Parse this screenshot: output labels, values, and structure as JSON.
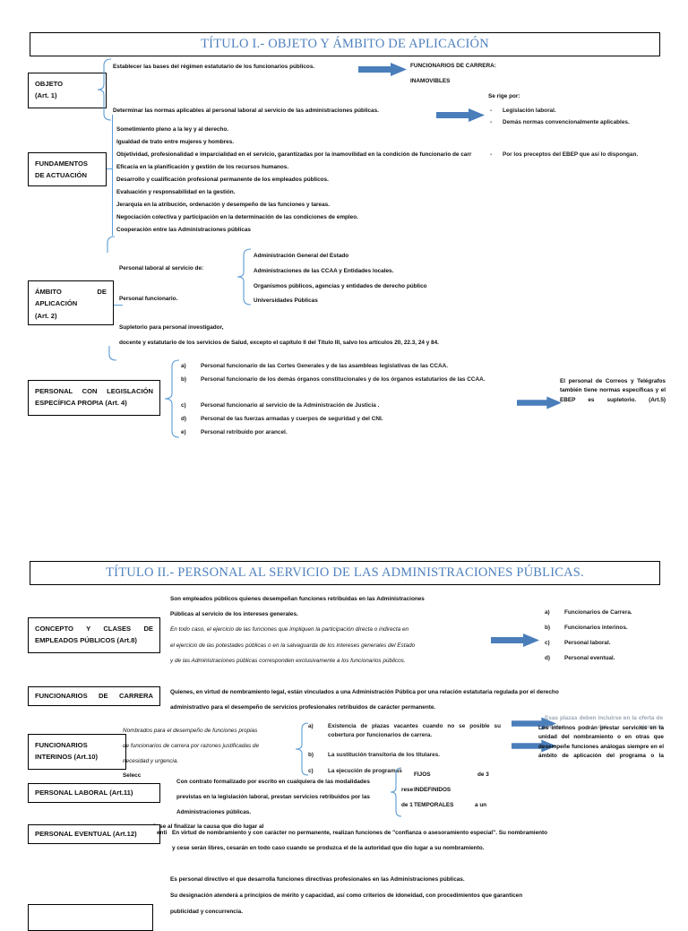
{
  "document": {
    "titles": {
      "t1": "TÍTULO I.- OBJETO Y ÁMBITO DE APLICACIÓN",
      "t2": "TÍTULO II.- PERSONAL AL SERVICIO DE LAS ADMINISTRACIONES PÚBLICAS."
    },
    "colors": {
      "title_text": "#4f81bd",
      "arrow_fill": "#4a7ebb",
      "connector": "#5b9bd5",
      "box_border": "#000000"
    }
  },
  "titulo1": {
    "boxes": {
      "objeto": {
        "line1": "OBJETO",
        "line2": "(Art. 1)"
      },
      "fundamentos": {
        "line1": "FUNDAMENTOS",
        "line2": "DE ACTUACIÓN"
      },
      "ambito": {
        "line1": "ÁMBITO          DE",
        "line2": "APLICACIÓN",
        "line3": "(Art. 2)"
      },
      "legislacion_especifica": {
        "line1": "PERSONAL   CON    LEGISLACIÓN",
        "line2": "ESPECÍFICA PROPIA (Art. 4)"
      }
    },
    "objeto": {
      "item1": "Establecer las bases del régimen estatutario de los funcionarios públicos.",
      "item2": "Determinar las normas aplicables al personal laboral al servicio de las administraciones públicas."
    },
    "funcionarios_carrera_callout": {
      "line1": "FUNCIONARIOS  DE CARRERA:",
      "line2": "INAMOVIBLES"
    },
    "se_rige_por": {
      "heading": "Se rige por:",
      "items": [
        "Legislación laboral.",
        "Demás                      normas convencionalmente aplicables.",
        "Por los preceptos del EBEP que así lo dispongan."
      ]
    },
    "fundamentos_items": [
      "Sometimiento pleno a la ley y al derecho.",
      "Igualdad de trato entre mujeres y hombres.",
      "Objetividad, profesionalidad e imparcialidad en el servicio, garantizadas por la inamovilidad en la condición de funcionario de carr",
      "Eficacia en la planificación y gestión de los recursos humanos.",
      "Desarrollo y cualificación profesional permanente de los empleados públicos.",
      "Evaluación y responsabilidad en la gestión.",
      "Jerarquía en la atribución, ordenación y desempeño de las funciones y tareas.",
      "Negociación colectiva y participación en la determinación de las condiciones de empleo.",
      "Cooperación entre las Administraciones públicas"
    ],
    "ambito": {
      "left": [
        "Personal laboral al servicio de:",
        "Personal funcionario."
      ],
      "right": [
        "Administración General del Estado",
        "Administraciones de las CCAA y Entidades locales.",
        "Organismos públicos, agencias y entidades de derecho público",
        "Universidades Públicas"
      ],
      "supletorio_line1": "Supletorio para personal investigador,",
      "supletorio_line2": "docente y estatutario de los servicios de Salud, excepto el capítulo II del Título III, salvo los artículos 20, 22.3, 24 y 84."
    },
    "legislacion_items": [
      {
        "marker": "a)",
        "text": "Personal funcionario de las Cortes Generales y de las asambleas legislativas de las CCAA."
      },
      {
        "marker": "b)",
        "text": "Personal funcionario de los demás órganos constitucionales y de los órganos estatutarios de las CCAA."
      },
      {
        "marker": "c)",
        "text": "Personal funcionario al servicio de la Administración de Justicia ."
      },
      {
        "marker": "d)",
        "text": "Personal de las fuerzas armadas y cuerpos de seguridad y del CNI."
      },
      {
        "marker": "e)",
        "text": "Personal retribuido por arancel."
      }
    ],
    "correos_callout": "El personal de Correos y Telégrafos también tiene normas específicas y el EBEP es supletorio. (Art.5)"
  },
  "titulo2": {
    "boxes": {
      "concepto": {
        "line1": "CONCEPTO    Y    CLASES    DE",
        "line2": "EMPLEADOS PÚBLICOS (Art.8)"
      },
      "funcionarios_carrera": {
        "line1": "FUNCIONARIOS     DE     CARRERA"
      },
      "funcionarios_interinos": {
        "line1": "FUNCIONARIOS",
        "line2": "INTERINOS (Art.10)"
      },
      "personal_laboral": {
        "line1": "PERSONAL LABORAL (Art.11)"
      },
      "personal_eventual": {
        "line1": "PERSONAL EVENTUAL (Art.12)"
      }
    },
    "concepto": {
      "p1_l1": "Son empleados públicos quienes desempeñan funciones retribuidas en las Administraciones",
      "p1_l2": "Públicas al servicio de los intereses generales.",
      "p2_l1": "En todo caso, el ejercicio de las funciones que impliquen la participación directa o indirecta en",
      "p2_l2": "el ejercicio de las potestades públicas o en la salvaguarda de los intereses generales del Estado",
      "p2_l3": "y de las Administraciones públicas corresponden exclusivamente a los funcionarios públicos."
    },
    "clases_list": [
      {
        "marker": "a)",
        "text": "Funcionarios de Carrera."
      },
      {
        "marker": "b)",
        "text": "Funcionarios interinos."
      },
      {
        "marker": "c)",
        "text": "Personal laboral."
      },
      {
        "marker": "d)",
        "text": "Personal eventual."
      }
    ],
    "funcionarios_carrera_text_l1": "Quienes, en virtud de nombramiento legal, están vinculados a una Administración Pública por una relación estatutaria regulada por el derecho",
    "funcionarios_carrera_text_l2": "administrativo para el desempeño de servicios profesionales retribuidos de carácter permanente.",
    "interinos": {
      "ital_l1": "Nombrados para el desempeño de funciones propias",
      "ital_l2": "de funcionarios de carrera por razones justificadas de",
      "ital_l3": "necesidad y urgencia.",
      "selecc": "Selecc",
      "items": [
        {
          "marker": "a)",
          "text": "Existencia de plazas vacantes cuando no se posible su cobertura por funcionarios de carrera."
        },
        {
          "marker": "b)",
          "text": "La sustitución transitoria de los titulares."
        },
        {
          "marker": "c)",
          "text": "La ejecución de programas"
        }
      ]
    },
    "interinos_callout_top": "Esas plazas deben incluirse en la oferta de empleo del ejercicio",
    "interinos_callout_main": "Los interinos podrán prestar servicios en la unidad del nombramiento o en otras que desempeñe funciones análogas siempre en el ámbito de aplicación del programa o la",
    "laboral": {
      "l1": "Con contrato formalizado por escrito en cualquiera de las modalidades",
      "l2": "previstas en la legislación laboral, prestan servicios retribuidos por las",
      "l3": "Administraciones públicas.",
      "l4": "Cese al finalizar la causa que dio lugar al"
    },
    "laboral_tipos": [
      "FIJOS",
      "INDEFINIDOS",
      "TEMPORALES"
    ],
    "laboral_fragments": {
      "f1": "de 3",
      "f2": "rese",
      "f3": "de 1",
      "f4": "a  un"
    },
    "eventual": {
      "l1": "En virtud de nombramiento y con carácter no permanente, realizan funciones de \"confianza o asesoramiento especial\". Su nombramiento",
      "l2": "y cese serán libres, cesarán en todo caso cuando se produzca el de la autoridad que dio lugar a su nombramiento.",
      "prefix": "enti"
    },
    "directivo": {
      "l1": "Es personal directivo el que desarrolla funciones directivas profesionales en las Administraciones públicas.",
      "l2": "Su designación atenderá a principios de mérito y capacidad, así como criterios de idoneidad, con procedimientos que garanticen",
      "l3": "publicidad y concurrencia."
    }
  }
}
